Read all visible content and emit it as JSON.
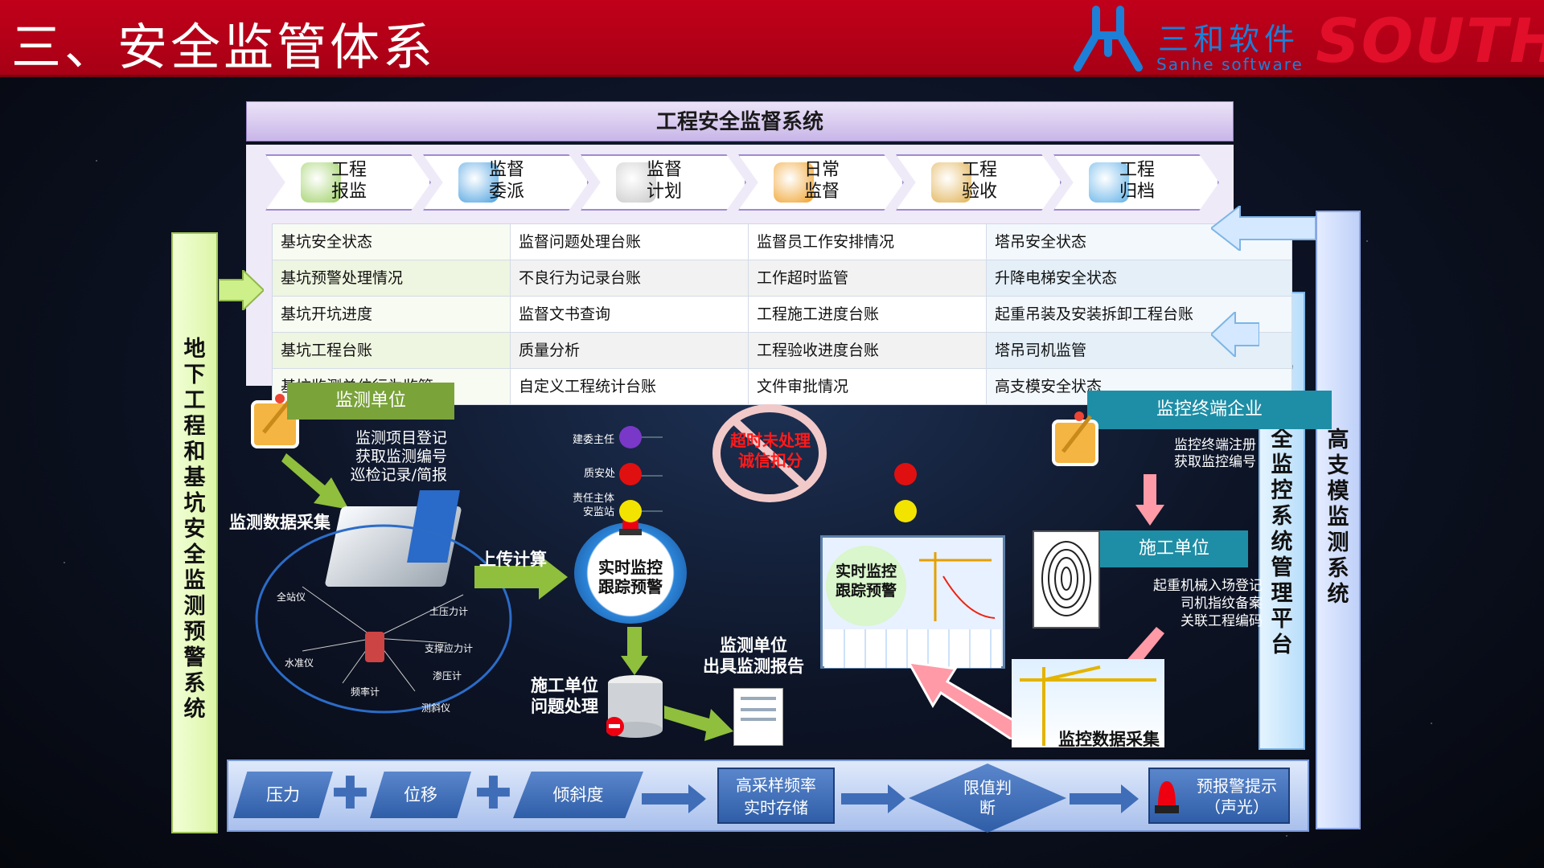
{
  "header": {
    "title": "三、安全监管体系",
    "logo_cn": "三和软件",
    "logo_en": "Sanhe software",
    "brand": "SOUTH",
    "colors": {
      "banner": "#b8001a",
      "logo": "#1e7fd6"
    }
  },
  "system": {
    "title": "工程安全监督系统",
    "steps": [
      "工程\n报监",
      "监督\n委派",
      "监督\n计划",
      "日常\n监督",
      "工程\n验收",
      "工程\n归档"
    ],
    "grid": [
      [
        "基坑安全状态",
        "监督问题处理台账",
        "监督员工作安排情况",
        "塔吊安全状态"
      ],
      [
        "基坑预警处理情况",
        "不良行为记录台账",
        "工作超时监管",
        "升降电梯安全状态"
      ],
      [
        "基坑开坑进度",
        "监督文书查询",
        "工程施工进度台账",
        "起重吊装及安装拆卸工程台账"
      ],
      [
        "基坑工程台账",
        "质量分析",
        "工程验收进度台账",
        "塔吊司机监管"
      ],
      [
        "基坑监测单位行为监管",
        "自定义工程统计台账",
        "文件审批情况",
        "高支模安全状态"
      ]
    ]
  },
  "side": {
    "left": "地下工程和基坑安全监测预警系统",
    "right1": "机械安全监控系统管理平台",
    "right2": "高支模监测系统"
  },
  "left_flow": {
    "monitor_unit": "监测单位",
    "monitor_notes": "监测项目登记\n获取监测编号\n巡检记录/简报",
    "data_collect": "监测数据采集",
    "devices": [
      "全站仪",
      "土压力计",
      "支撑应力计",
      "水准仪",
      "渗压计",
      "频率计",
      "测斜仪"
    ],
    "upload": "上传计算",
    "realtime": "实时监控\n跟踪预警",
    "roles": [
      "建委主任",
      "质安处",
      "责任主体\n安监站"
    ],
    "overdue": "超时未处理\n诚信扣分",
    "construction_issue": "施工单位\n问题处理",
    "report": "监测单位\n出具监测报告"
  },
  "right_flow": {
    "terminal": "监控终端企业",
    "terminal_notes": "监控终端注册\n获取监控编号",
    "construction": "施工单位",
    "construction_notes": "起重机械入场登记\n司机指纹备案\n关联工程编码",
    "realtime": "实时监控\n跟踪预警",
    "data_collect": "监控数据采集"
  },
  "bottom": {
    "inputs": [
      "压力",
      "位移",
      "倾斜度"
    ],
    "storage": "高采样频率\n实时存储",
    "judge": "限值判\n断",
    "alarm": "预报警提示\n（声光）"
  }
}
